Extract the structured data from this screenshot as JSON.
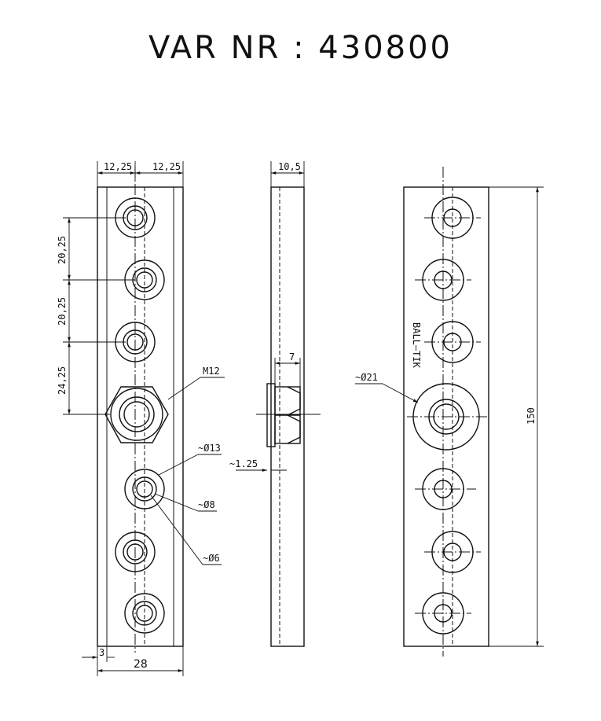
{
  "title": "VAR NR : 430800",
  "front_view": {
    "dim_top_left": "12,25",
    "dim_top_right": "12,25",
    "dim_spacing_1": "20,25",
    "dim_spacing_2": "20,25",
    "dim_spacing_3": "24,25",
    "thread_label": "M12",
    "dia_outer_label": "~Ø13",
    "dia_mid_label": "~Ø8",
    "dia_inner_label": "~Ø6",
    "dim_edge": "3",
    "dim_width": "28"
  },
  "side_view": {
    "dim_thickness": "10,5",
    "dim_nut": "7",
    "dim_offset": "~1.25"
  },
  "back_view": {
    "brand_label": "BALL–TIK",
    "dia_label": "~Ø21",
    "dim_length": "150"
  }
}
